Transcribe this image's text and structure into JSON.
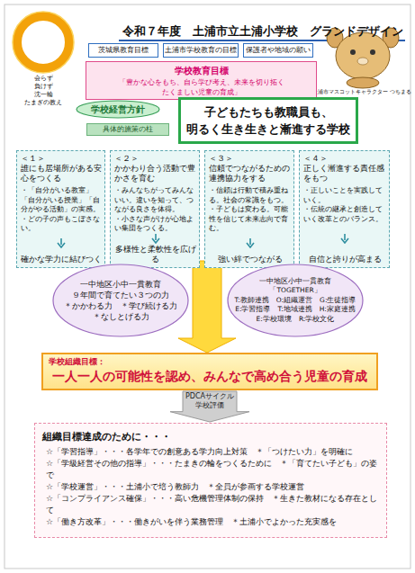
{
  "diagram": {
    "title": "令和７年度　土浦市立土浦小学校　グランドデザイン",
    "nodes": [
      {
        "text": [
          "茨城県教育目標"
        ]
      },
      {
        "text": [
          "土浦市学校教育の目標"
        ]
      },
      {
        "text": [
          "保護者や地域の願い"
        ]
      },
      {
        "text": [
          "学校教育目標",
          "「豊かな心をもち、自ら学び考え、未来を切り拓く たくましい児童の育成」"
        ]
      },
      {
        "text": [
          "学校経営方針"
        ]
      },
      {
        "text": [
          "具体的施策の柱"
        ]
      },
      {
        "text": [
          "子どもたちも教職員も、 明るく生き生きと漸進する学校"
        ]
      },
      {
        "text": [
          "＜１＞",
          "誰にも居場所がある安心をつくる",
          "・「自分がいる教室」「自分がいる授業」「自分がやる活動」の実感。",
          "・どの子の声もこぼさない。",
          "確かな学力に結びつく"
        ]
      },
      {
        "text": [
          "＜２＞",
          "かかわり合う活動で豊かさを育む",
          "・みんなちがってみんないい。違いを知って、つながる良さを体得。",
          "・小さな声がけが心地よい集団をつくる。",
          "多様性と柔軟性を広げる"
        ]
      },
      {
        "text": [
          "＜３＞",
          "信頼でつながるための連携協力をする",
          "・信頼は行動で積み重ねる。社会の常識をもつ。",
          "・子どもは変わる。可能性を信じて未来志向で育む。",
          "強い絆でつながる"
        ]
      },
      {
        "text": [
          "＜４＞",
          "正しく漸進する責任感をもつ",
          "・正しいことを実践していく。",
          "・伝統の継承と創造していく改革とのバランス。",
          "自信と誇りが高まる"
        ]
      },
      {
        "text": [
          "一中地区小中一貫教育",
          "９年間で育てたい３つの力",
          "＊かかわる力　＊学び続ける力",
          "＊なしとげる力"
        ]
      },
      {
        "text": [
          "一中地区小中一貫教育",
          "「TOGETHER」",
          "T:教師連携　O:組織運営　G:生徒指導",
          "E:学習指導　T:地域連携　H:家庭連携",
          "E:学校環境　R:学校文化"
        ]
      },
      {
        "text": [
          "学校組織目標：",
          "一人一人の可能性を認め、みんなで高め合う児童の育成"
        ]
      },
      {
        "text": [
          "組織目標達成のために・・・",
          "☆「学習指導」・・・各学年での創意ある学力向上対策　＊「つけたい力」を明確に",
          "☆「学級経営その他の指導」・・・たまきの輪をつくるために　＊「育てたい子ども」の姿で",
          "☆「学校運営」・・・土浦小で培う教師力　＊全員が参画する学校運営",
          "☆「コンプライアンス確保」・・・高い危機管理体制の保持　＊生きた教材になる存在として",
          "☆「働き方改革」・・・働きがいを伴う業務管理　＊土浦小でよかった充実感を"
        ]
      }
    ],
    "edges": [
      {
        "from": 13,
        "to": 14,
        "arrow": "to",
        "label": "PDCAサイクル 学校評価"
      }
    ],
    "labels": [
      "会らず",
      "負けず",
      "沈一輪",
      "たまぎの教え",
      "土浦市マスコットキャラクター つちまる"
    ]
  }
}
